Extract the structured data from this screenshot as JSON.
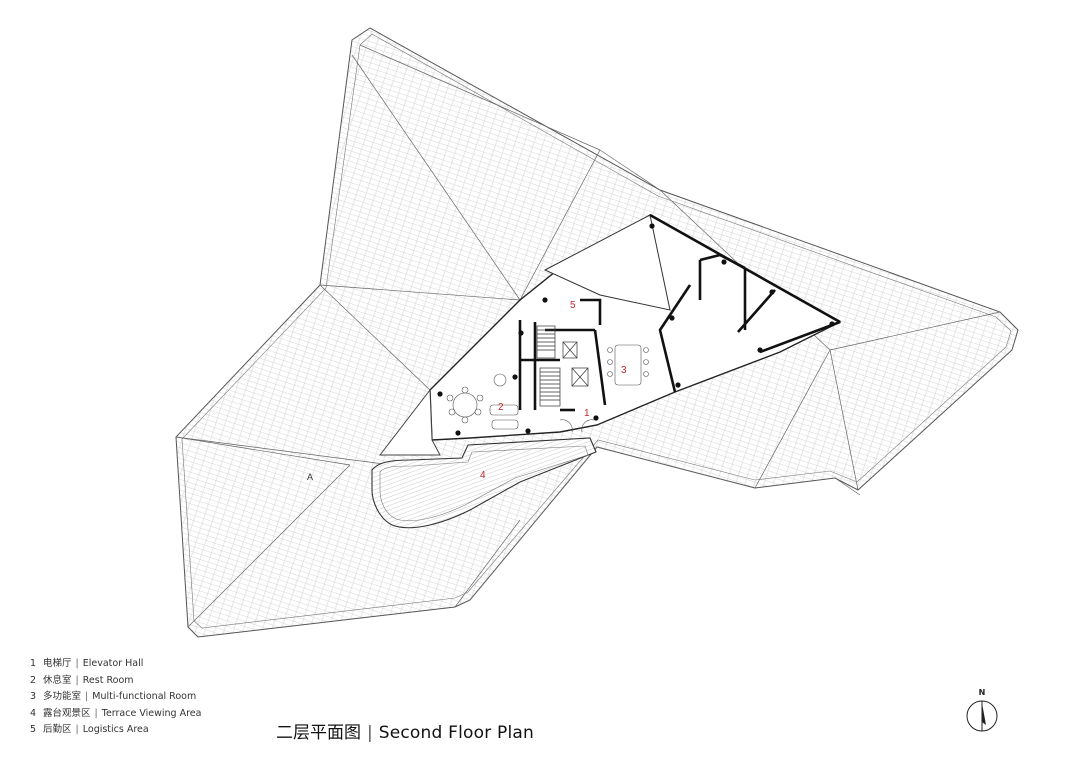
{
  "drawing": {
    "title_cn": "二层平面图",
    "title_en": "Second Floor Plan",
    "north_label": "N"
  },
  "rooms_on_plan": [
    "1",
    "2",
    "3",
    "4",
    "5"
  ],
  "legend": [
    {
      "num": "1",
      "cn": "电梯厅",
      "en": "Elevator Hall"
    },
    {
      "num": "2",
      "cn": "休息室",
      "en": "Rest Room"
    },
    {
      "num": "3",
      "cn": "多功能室",
      "en": "Multi-functional Room"
    },
    {
      "num": "4",
      "cn": "露台观景区",
      "en": "Terrace Viewing Area"
    },
    {
      "num": "5",
      "cn": "后勤区",
      "en": "Logistics Area"
    }
  ],
  "section_marker": "A",
  "colors": {
    "room_number": "#c0282d",
    "line": "#222222",
    "roof_hatch": "#b9b9b9"
  }
}
